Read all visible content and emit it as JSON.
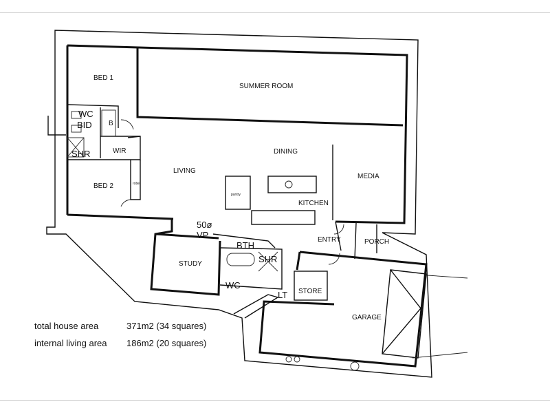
{
  "rooms": {
    "bed1": "BED 1",
    "summer_room": "SUMMER ROOM",
    "wc_upper": "WC",
    "bid": "BID",
    "b": "B",
    "shr_upper": "SHR",
    "wir": "WIR",
    "dining": "DINING",
    "living": "LIVING",
    "media": "MEDIA",
    "bed2": "BED 2",
    "pantry": "pantry",
    "kitchen": "KITCHEN",
    "entry": "ENTRY",
    "porch": "PORCH",
    "study": "STUDY",
    "bth": "BTH",
    "shr_lower": "SHR",
    "wc_lower": "WC",
    "store": "STORE",
    "lt": "LT",
    "garage": "GARAGE",
    "robe": "robe"
  },
  "annotations": {
    "pipe": "50ø",
    "vp": "VP"
  },
  "areas": [
    {
      "label": "total house area",
      "value": "371m2 (34 squares)"
    },
    {
      "label": "internal living area",
      "value": "186m2 (20 squares)"
    }
  ]
}
